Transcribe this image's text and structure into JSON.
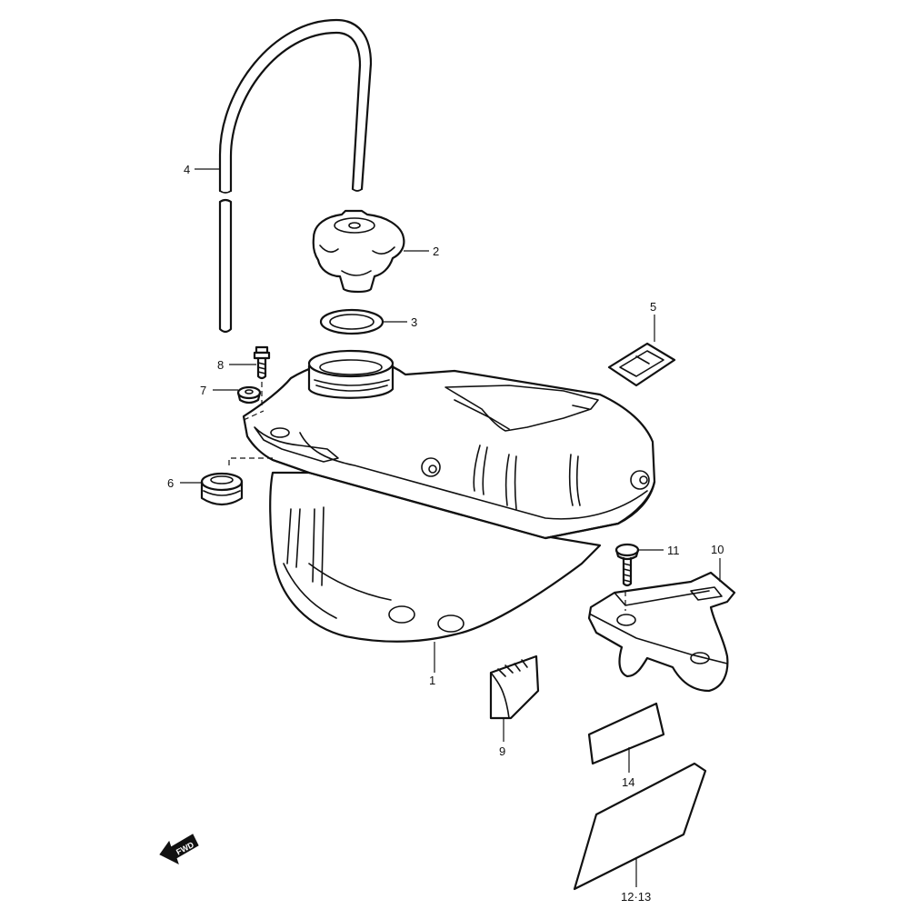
{
  "callouts": {
    "c1": "1",
    "c2": "2",
    "c3": "3",
    "c4": "4",
    "c5": "5",
    "c6": "6",
    "c7": "7",
    "c8": "8",
    "c9": "9",
    "c10": "10",
    "c11": "11",
    "c12_13": "12·13",
    "c14": "14"
  },
  "fwd_arrow_text": "FWD"
}
